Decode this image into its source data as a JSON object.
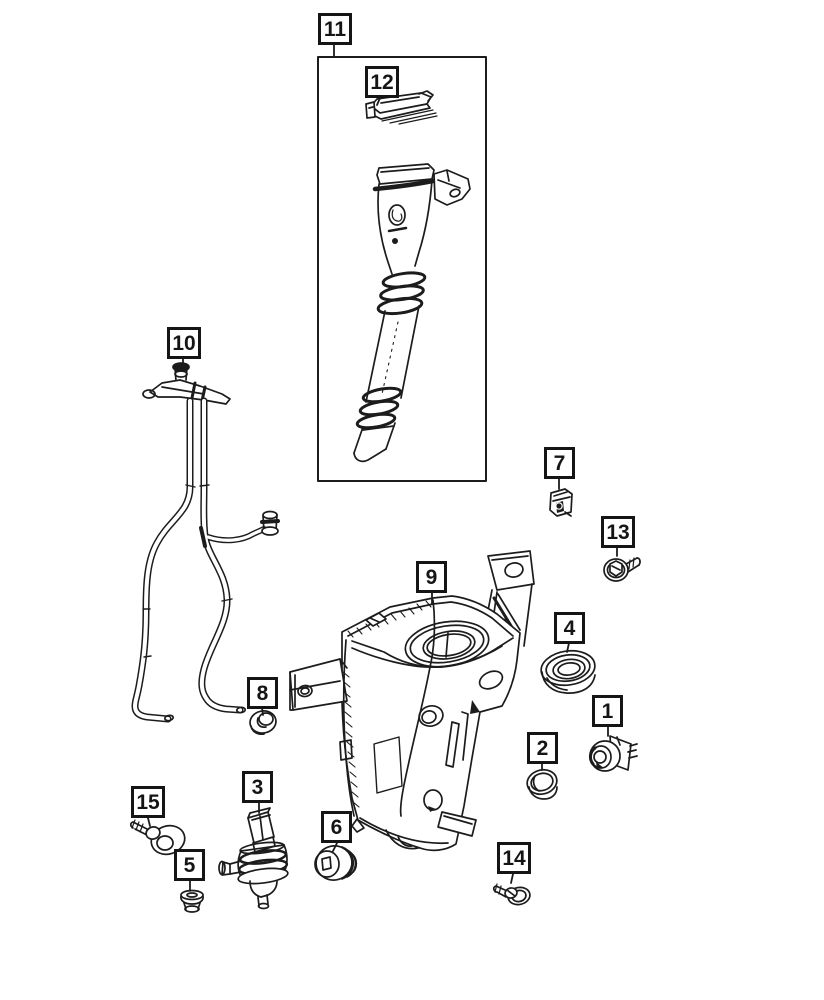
{
  "diagram": {
    "type": "exploded-parts-diagram",
    "subject": "windshield-washer-reservoir-system",
    "background_color": "#ffffff",
    "line_color": "#1c1c1c"
  },
  "callouts": {
    "n1": {
      "label": "1",
      "part_drawing": "level-sensor-pump"
    },
    "n2": {
      "label": "2",
      "part_drawing": "round-cap"
    },
    "n3": {
      "label": "3",
      "part_drawing": "washer-pump"
    },
    "n4": {
      "label": "4",
      "part_drawing": "seal-ring"
    },
    "n5": {
      "label": "5",
      "part_drawing": "plug"
    },
    "n6": {
      "label": "6",
      "part_drawing": "ribbed-grommet"
    },
    "n7": {
      "label": "7",
      "part_drawing": "retaining-clip"
    },
    "n8": {
      "label": "8",
      "part_drawing": "small-grommet"
    },
    "n9": {
      "label": "9",
      "part_drawing": "washer-reservoir-tank"
    },
    "n10": {
      "label": "10",
      "part_drawing": "washer-hose-assembly"
    },
    "n11": {
      "label": "11",
      "part_drawing": "filler-tube-assembly"
    },
    "n12": {
      "label": "12",
      "part_drawing": "filler-cap"
    },
    "n13": {
      "label": "13",
      "part_drawing": "hex-screw"
    },
    "n14": {
      "label": "14",
      "part_drawing": "hex-screw-with-washer"
    },
    "n15": {
      "label": "15",
      "part_drawing": "screw-with-large-washer"
    }
  }
}
